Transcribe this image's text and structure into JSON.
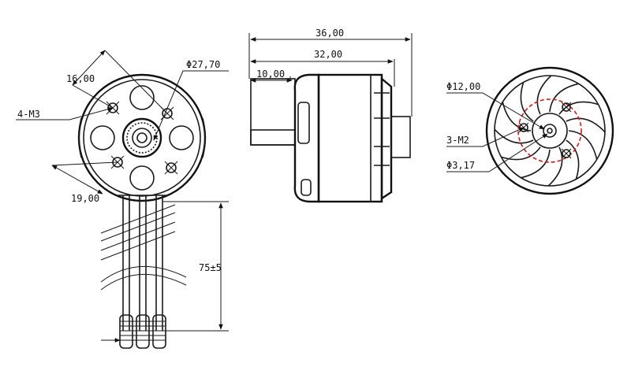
{
  "dimensions": {
    "front_spacing_a": "16,00",
    "front_holes": "4-M3",
    "front_spacing_b": "19,00",
    "front_diameter": "Φ27,70",
    "total_length": "36,00",
    "body_length": "32,00",
    "shaft_length": "10,00",
    "rear_diameter": "Φ12,00",
    "rear_holes": "3-M2",
    "shaft_diameter": "Φ3,17",
    "lead_length": "75±5"
  },
  "colors": {
    "line": "#1a1a1a",
    "rear_bolt_circle": "#d11a1a"
  },
  "icons": [
    "arrow-head-icon"
  ]
}
